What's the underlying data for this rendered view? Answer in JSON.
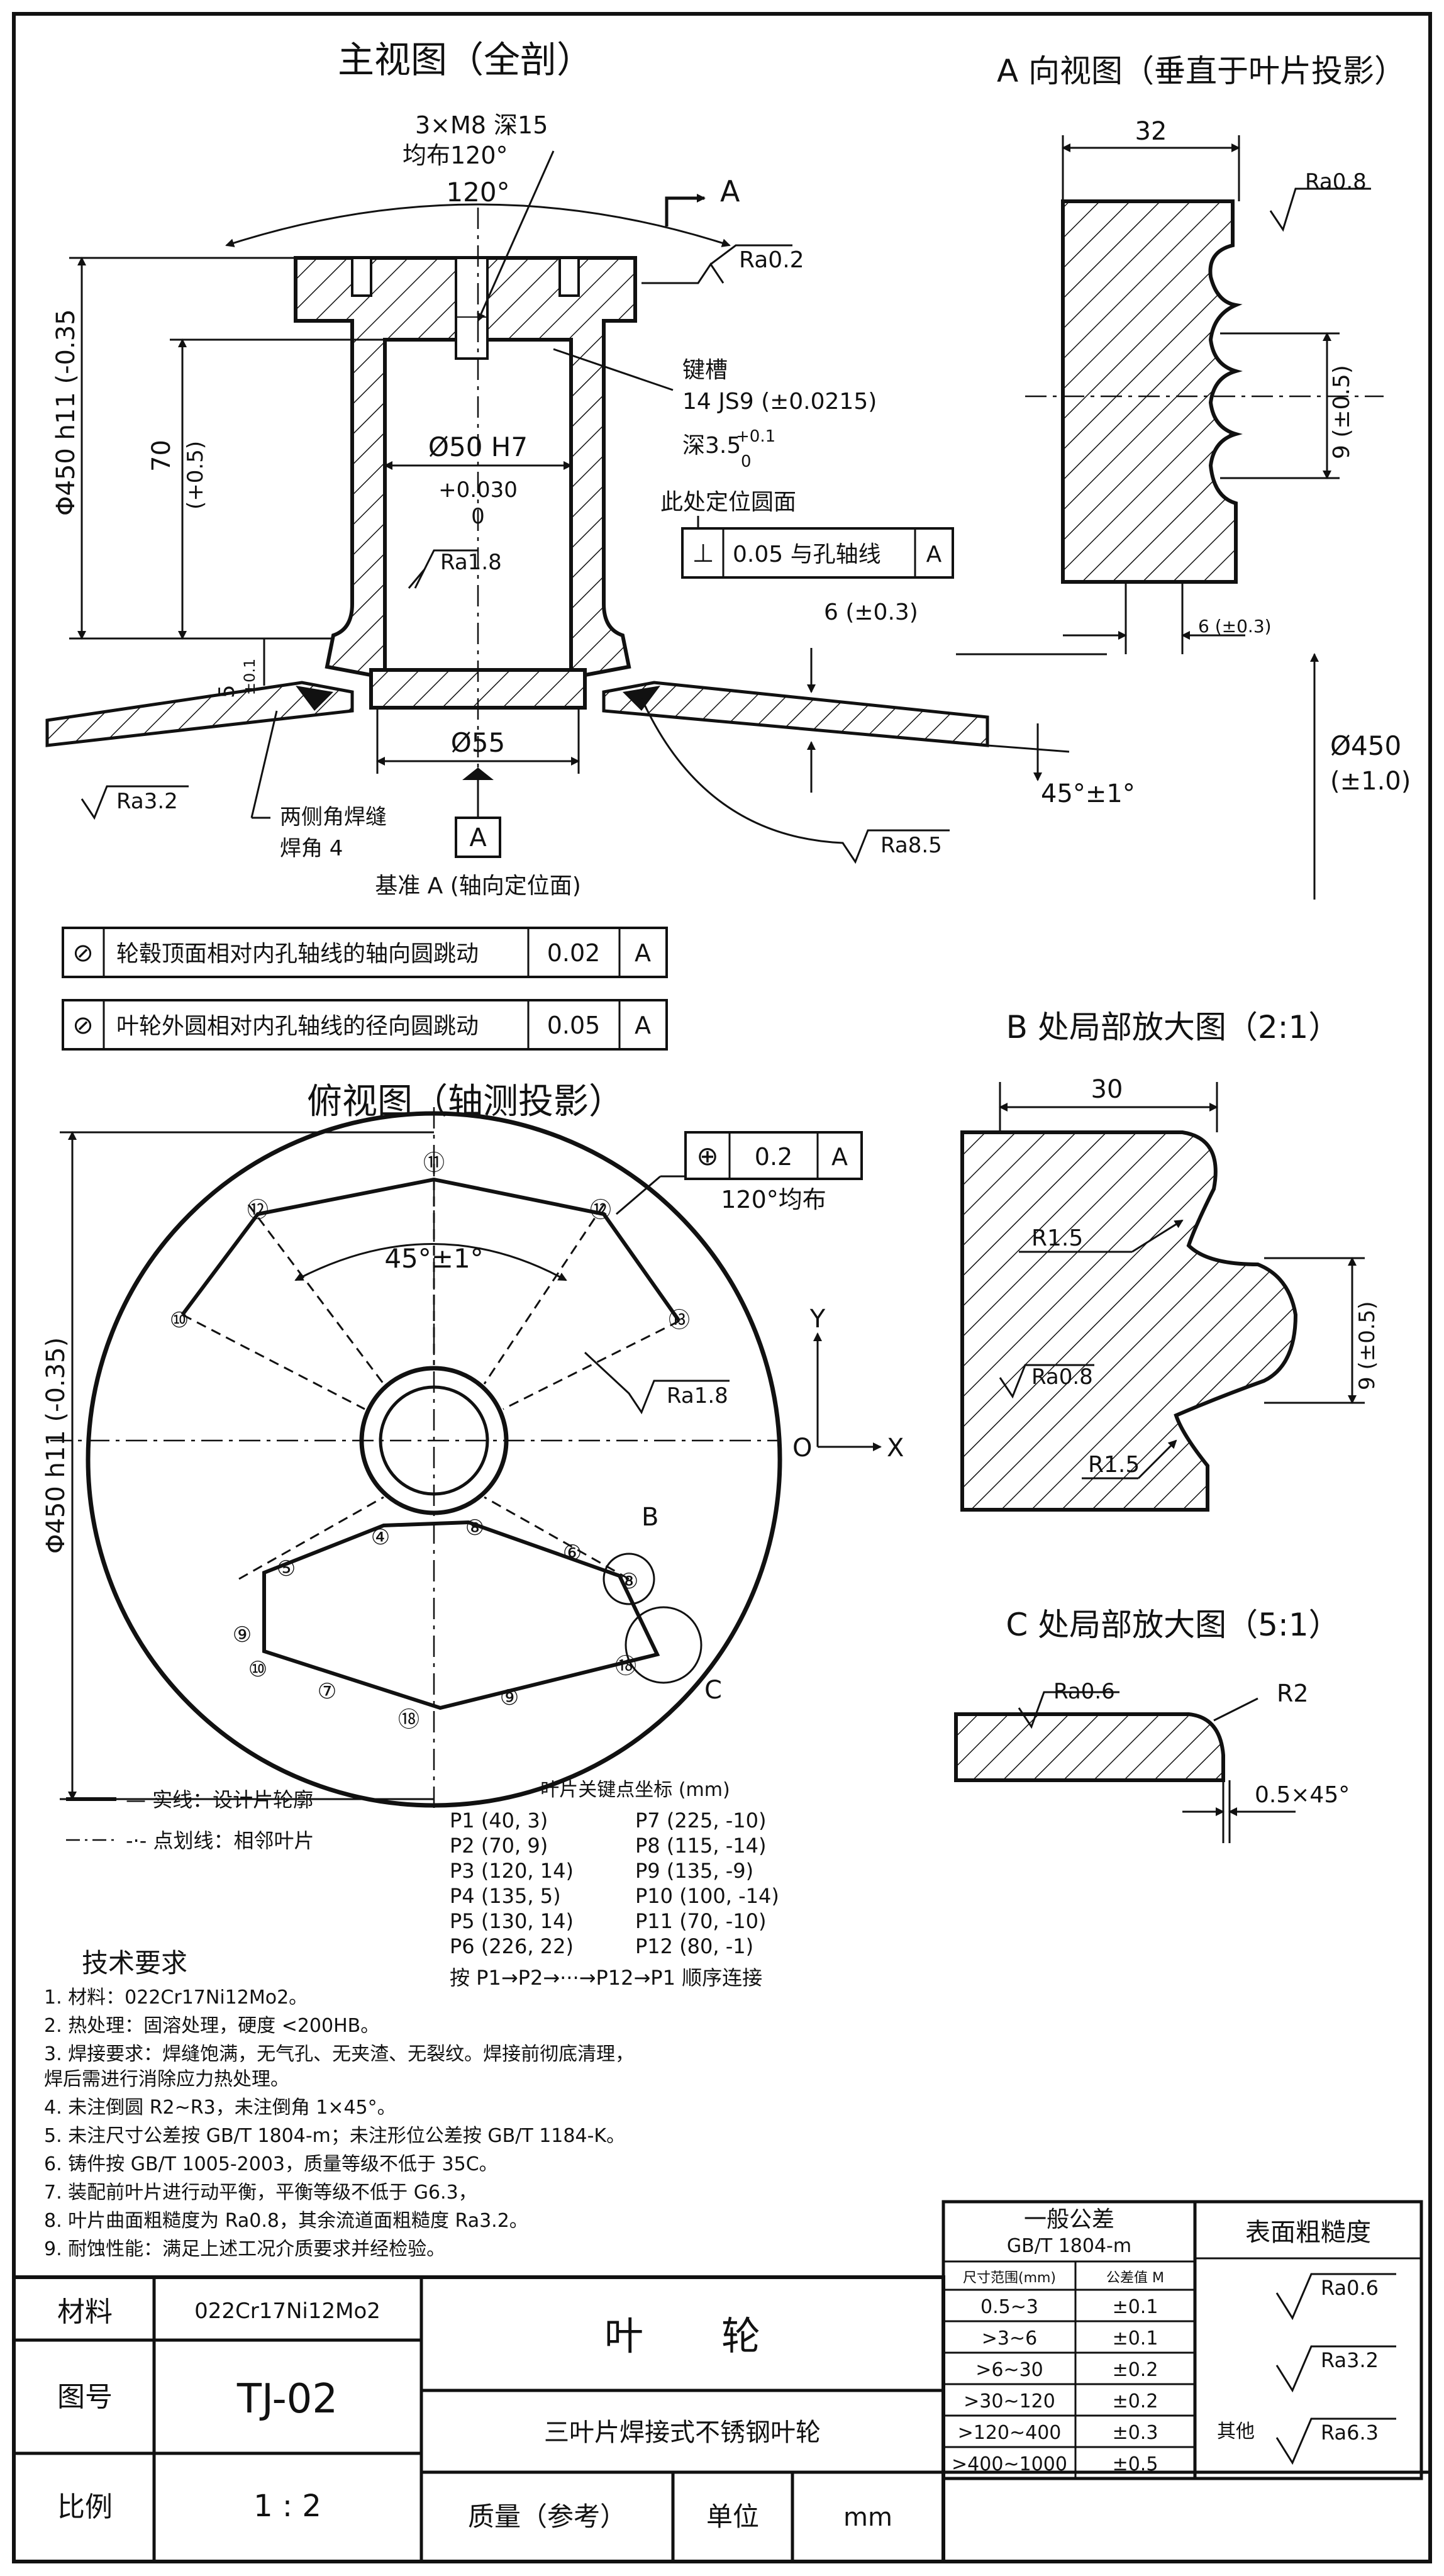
{
  "views": {
    "main_title": "主视图（全剖）",
    "a_view_title": "A 向视图（垂直于叶片投影）",
    "bottom_title": "俯视图（轴测投影）",
    "b_detail_title": "B 处局部放大图（2:1）",
    "c_detail_title": "C 处局部放大图（5:1）"
  },
  "main_view": {
    "hole_callout_1": "3×M8 深15",
    "hole_callout_2": "均布120°",
    "angle_120": "120°",
    "arrow_a": "A",
    "ra_top": "Ra0.2",
    "dia_450": "Φ450 h11 (-0.35",
    "dim_70": "70",
    "dim_70_tol": "(+0.5)",
    "bore_dia": "Ø50 H7",
    "bore_tol_up": "+0.030",
    "bore_tol_low": "0",
    "ra_bore": "Ra1.8",
    "key_label": "键槽",
    "key_spec": "14 JS9 (±0.0215)",
    "key_depth": "深3.5",
    "key_depth_up": "+0.1",
    "key_depth_low": "0",
    "tol_note": "此处定位圆面",
    "tol_symbol": "⊥",
    "tol_value": "0.05 与孔轴线",
    "tol_datum": "A",
    "dim_6": "6 (±0.3)",
    "dim_5": "5",
    "dim_5_tol": "±0.1",
    "dim_55": "Ø55",
    "datum_a": "A",
    "datum_a_note": "基准 A (轴向定位面)",
    "ra_left": "Ra3.2",
    "weld_note_1": "两侧角焊缝",
    "weld_note_2": "焊角 4",
    "ra_right": "Ra8.5",
    "angle_45": "45°±1°",
    "dia_450_right": "Ø450",
    "dia_450_right_tol": "(±1.0)"
  },
  "a_view": {
    "dim_32": "32",
    "ra": "Ra0.8",
    "dim_9": "9 (±0.5)",
    "dim_6": "6 (±0.3)"
  },
  "runout_rows": [
    {
      "symbol": "⊘",
      "text": "轮毂顶面相对内孔轴线的轴向圆跳动",
      "value": "0.02",
      "datum": "A"
    },
    {
      "symbol": "⊘",
      "text": "叶轮外圆相对内孔轴线的径向圆跳动",
      "value": "0.05",
      "datum": "A"
    }
  ],
  "bottom_view": {
    "dia_450": "Φ450 h11 (-0.35)",
    "angle_45": "45°±1°",
    "pos_symbol": "⊕",
    "pos_value": "0.2",
    "pos_datum": "A",
    "pos_note": "120°均布",
    "ra": "Ra1.8",
    "axis_y": "Y",
    "axis_x": "X",
    "origin": "O",
    "label_b": "B",
    "label_c": "C",
    "points": {
      "p11": "⑪",
      "p12a": "⑫",
      "p12b": "⑫",
      "p10": "⑩",
      "p13": "⑬",
      "p4": "④",
      "p8a": "⑧",
      "p6": "⑥",
      "p8b": "⑧",
      "p5": "⑤",
      "p9": "⑨",
      "p10b": "⑩",
      "p7": "⑦",
      "p18a": "⑱",
      "p9b": "⑨",
      "p18b": "⑱"
    }
  },
  "legend": {
    "solid_label": "— 实线：设计片轮廓",
    "dash_label": "-·- 点划线：相邻叶片"
  },
  "coords": {
    "title": "叶片关键点坐标 (mm)",
    "left": [
      "P1 (40, 3)",
      "P2 (70, 9)",
      "P3 (120, 14)",
      "P4 (135, 5)",
      "P5 (130, 14)",
      "P6 (226, 22)"
    ],
    "right": [
      "P7 (225, -10)",
      "P8 (115, -14)",
      "P9 (135, -9)",
      "P10 (100, -14)",
      "P11 (70, -10)",
      "P12 (80, -1)"
    ],
    "footer": "按 P1→P2→···→P12→P1 顺序连接"
  },
  "b_detail": {
    "dim_30": "30",
    "r1": "R1.5",
    "ra": "Ra0.8",
    "r2": "R1.5",
    "dim_9": "9 (±0.5)"
  },
  "c_detail": {
    "ra": "Ra0.6",
    "r2": "R2",
    "chamfer": "0.5×45°"
  },
  "tech": {
    "title": "技术要求",
    "items": [
      "1.  材料：022Cr17Ni12Mo2。",
      "2.  热处理：固溶处理，硬度 <200HB。",
      "3.  焊接要求：焊缝饱满，无气孔、无夹渣、无裂纹。焊接前彻底清理，",
      "     焊后需进行消除应力热处理。",
      "4.  未注倒圆 R2~R3，未注倒角 1×45°。",
      "5.  未注尺寸公差按 GB/T 1804-m；未注形位公差按 GB/T 1184-K。",
      "6.  铸件按 GB/T 1005-2003，质量等级不低于 35C。",
      "7.  装配前叶片进行动平衡，平衡等级不低于 G6.3，",
      "8.  叶片曲面粗糙度为 Ra0.8，其余流道面粗糙度 Ra3.2。",
      "9.  耐蚀性能：满足上述工况介质要求并经检验。"
    ]
  },
  "title_block": {
    "material_label": "材料",
    "material_value": "022Cr17Ni12Mo2",
    "drawing_no_label": "图号",
    "drawing_no": "TJ-02",
    "scale_label": "比例",
    "scale_value": "1 : 2",
    "part_name": "叶　　轮",
    "part_desc": "三叶片焊接式不锈钢叶轮",
    "mass_label": "质量（参考）",
    "unit_label": "单位",
    "unit_value": "mm"
  },
  "general_tol": {
    "title": "一般公差",
    "std": "GB/T 1804-m",
    "col1": "尺寸范围(mm)",
    "col2": "公差值 M",
    "rows": [
      [
        "0.5~3",
        "±0.1"
      ],
      [
        ">3~6",
        "±0.1"
      ],
      [
        ">6~30",
        "±0.2"
      ],
      [
        ">30~120",
        "±0.2"
      ],
      [
        ">120~400",
        "±0.3"
      ],
      [
        ">400~1000",
        "±0.5"
      ]
    ]
  },
  "surface_roughness": {
    "title": "表面粗糙度",
    "values": [
      "Ra0.6",
      "Ra3.2",
      "Ra6.3"
    ],
    "rest_label": "其他"
  }
}
